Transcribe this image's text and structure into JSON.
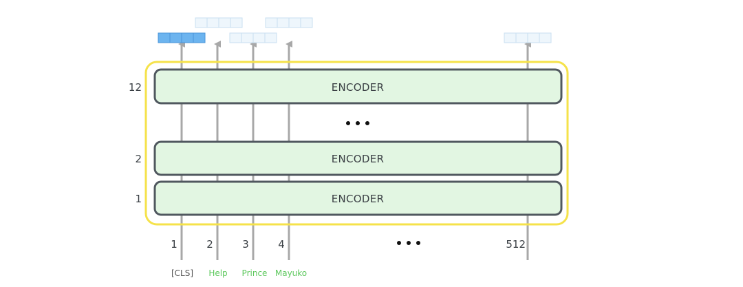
{
  "encoder_stack": {
    "layers": [
      {
        "number": "12",
        "label": "ENCODER"
      },
      {
        "number": "2",
        "label": "ENCODER"
      },
      {
        "number": "1",
        "label": "ENCODER"
      }
    ]
  },
  "positions": [
    "1",
    "2",
    "3",
    "4",
    "512"
  ],
  "tokens": [
    "[CLS]",
    "Help",
    "Prince",
    "Mayuko"
  ],
  "colors": {
    "encoder_fill": "#e2f6e2",
    "encoder_stroke": "#50585f",
    "frame": "#f5e24a",
    "arrow": "#a8a8a8",
    "cls_vector": "#6cb4ef",
    "other_vector": "#eef6fc",
    "token_text": "#5cc85c"
  }
}
